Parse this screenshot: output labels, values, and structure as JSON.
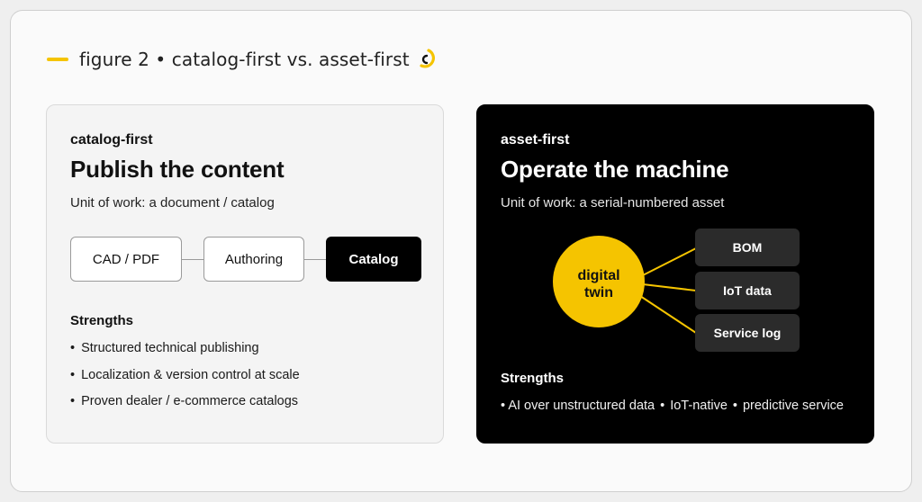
{
  "figure": {
    "title": "figure 2 • catalog-first vs. asset-first",
    "accent": "#f5c400",
    "logo_icon": "yellow-c-arc-logo"
  },
  "catalog_first": {
    "eyebrow": "catalog-first",
    "headline": "Publish the content",
    "unit": "Unit of work: a document / catalog",
    "pipeline": [
      "CAD / PDF",
      "Authoring",
      "Catalog"
    ],
    "strengths_title": "Strengths",
    "strengths": [
      "Structured technical publishing",
      "Localization & version control at scale",
      "Proven dealer / e-commerce catalogs"
    ]
  },
  "asset_first": {
    "eyebrow": "asset-first",
    "headline": "Operate the machine",
    "unit": "Unit of work: a serial-numbered asset",
    "twin_label": [
      "digital",
      "twin"
    ],
    "nodes": [
      "BOM",
      "IoT data",
      "Service log"
    ],
    "strengths_title": "Strengths",
    "strengths": [
      "AI over unstructured data",
      "IoT-native",
      "predictive service"
    ]
  }
}
